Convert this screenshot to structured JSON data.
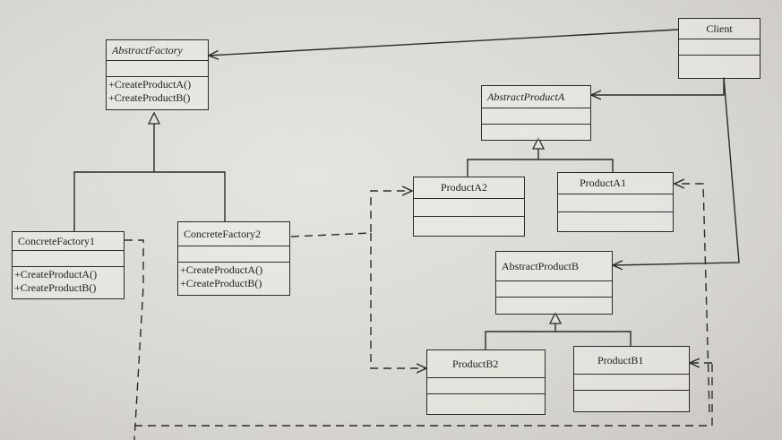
{
  "classes": {
    "client": {
      "name": "Client"
    },
    "abstract_factory": {
      "name": "AbstractFactory",
      "operations": [
        "+CreateProductA()",
        "+CreateProductB()"
      ]
    },
    "concrete_factory1": {
      "name": "ConcreteFactory1",
      "operations": [
        "+CreateProductA()",
        "+CreateProductB()"
      ]
    },
    "concrete_factory2": {
      "name": "ConcreteFactory2",
      "operations": [
        "+CreateProductA()",
        "+CreateProductB()"
      ]
    },
    "abstract_product_a": {
      "name": "AbstractProductA"
    },
    "product_a2": {
      "name": "ProductA2"
    },
    "product_a1": {
      "name": "ProductA1"
    },
    "abstract_product_b": {
      "name": "AbstractProductB"
    },
    "product_b2": {
      "name": "ProductB2"
    },
    "product_b1": {
      "name": "ProductB1"
    }
  },
  "colors": {
    "line": "#2b2b2b",
    "paper": "#dcdad6"
  }
}
